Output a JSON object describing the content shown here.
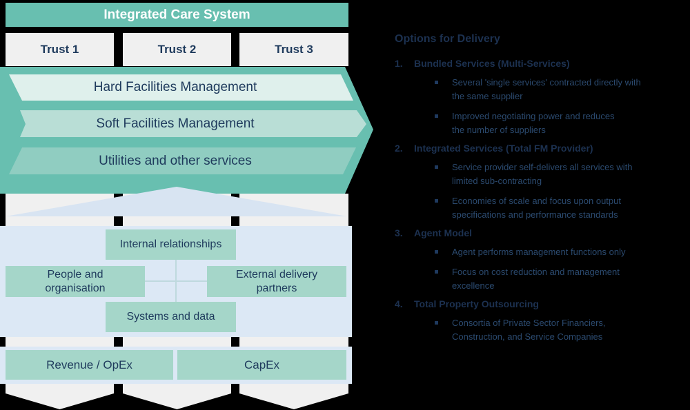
{
  "diagram": {
    "banner": "Integrated Care System",
    "trusts": [
      "Trust 1",
      "Trust 2",
      "Trust 3"
    ],
    "fm_stripes": [
      "Hard Facilities Management",
      "Soft Facilities Management",
      "Utilities and other services"
    ],
    "enablers": {
      "internal": {
        "lines": [
          "Internal relationships"
        ]
      },
      "people": {
        "lines": [
          "People and",
          "organisation"
        ]
      },
      "external": {
        "lines": [
          "External delivery",
          "partners"
        ]
      },
      "systems": {
        "lines": [
          "Systems and data"
        ]
      }
    },
    "finance": {
      "revenue": "Revenue / OpEx",
      "capex": "CapEx"
    }
  },
  "options": {
    "heading": "Options for Delivery",
    "items": [
      {
        "number": "1.",
        "label": "Bundled Services (Multi-Services)",
        "bullets": [
          {
            "lines": [
              "Several 'single services' contracted directly with",
              "the same supplier"
            ]
          },
          {
            "lines": [
              "Improved negotiating power and reduces",
              "the number of suppliers"
            ]
          }
        ]
      },
      {
        "number": "2.",
        "label": "Integrated Services (Total FM Provider)",
        "bullets": [
          {
            "lines": [
              "Service provider self-delivers all services with",
              "limited sub-contracting"
            ]
          },
          {
            "lines": [
              "Economies of scale and focus upon output",
              "specifications and performance standards"
            ]
          }
        ]
      },
      {
        "number": "3.",
        "label": "Agent Model",
        "bullets": [
          {
            "lines": [
              "Agent performs management functions only"
            ]
          },
          {
            "lines": [
              "Focus on cost reduction and management",
              "excellence"
            ]
          }
        ]
      },
      {
        "number": "4.",
        "label": "Total Property Outsourcing",
        "bullets": [
          {
            "lines": [
              "Consortia of Private Sector Financiers,",
              "Construction, and Service Companies"
            ]
          }
        ]
      }
    ]
  },
  "colors": {
    "teal": "#68BFB0",
    "stripe_light": "#DFF0EC",
    "stripe_mid": "#B9DED6",
    "stripe_dark": "#90CDC1",
    "column_gray": "#F0F0F0",
    "panel_blue": "#DCE8F5",
    "box_teal": "#A5D6C9",
    "navy_text": "#1E3A5C",
    "bullet_text": "#2B4A6F",
    "background": "#000000"
  }
}
